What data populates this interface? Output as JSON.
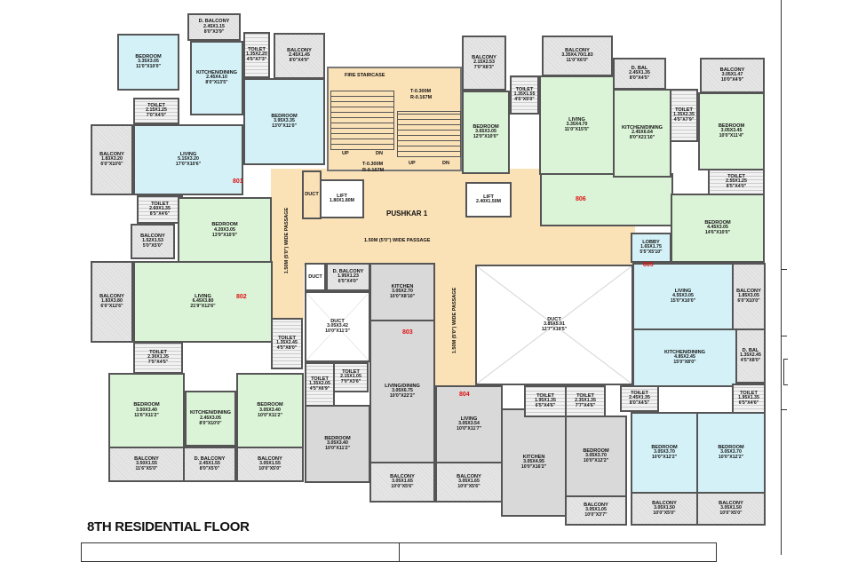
{
  "title": "8TH RESIDENTIAL FLOOR",
  "building": "PUSHKAR 1",
  "common": {
    "fire_staircase": "FIRE STAIRCASE",
    "tread_riser_1": "T-0.300M",
    "tread_riser_1b": "R-0.167M",
    "tread_riser_2": "T-0.300M",
    "tread_riser_2b": "R-0.167M",
    "up": "UP",
    "dn": "DN",
    "passage_h": "1.50M (5'0\") WIDE PASSAGE",
    "passage_v1": "1.50M (5'0\") WIDE PASSAGE",
    "passage_v2": "1.50M (5'0\") WIDE PASSAGE"
  },
  "colors": {
    "unit_blue": "#d3f1f7",
    "unit_green": "#dbf3d7",
    "unit_gray": "#d9d9d9",
    "common_tan": "#fae1b6",
    "unit_number": "#e01010"
  },
  "units": [
    {
      "number": "801"
    },
    {
      "number": "802"
    },
    {
      "number": "803"
    },
    {
      "number": "804"
    },
    {
      "number": "805"
    },
    {
      "number": "806"
    }
  ],
  "rooms": [
    {
      "name": "D. BALCONY",
      "dim": "2.45X1.15",
      "ft": "8'0\"X3'9\""
    },
    {
      "name": "BEDROOM",
      "dim": "3.35X3.05",
      "ft": "11'0\"X10'0\""
    },
    {
      "name": "KITCHEN/DINING",
      "dim": "2.45X4.10",
      "ft": "8'0\"X13'5\""
    },
    {
      "name": "TOILET",
      "dim": "1.35X2.20",
      "ft": "4'5\"X7'3\""
    },
    {
      "name": "BALCONY",
      "dim": "2.45X1.45",
      "ft": "8'0\"X4'9\""
    },
    {
      "name": "BEDROOM",
      "dim": "3.95X3.35",
      "ft": "13'0\"X11'0\""
    },
    {
      "name": "TOILET",
      "dim": "2.15X1.25",
      "ft": "7'0\"X4'0\""
    },
    {
      "name": "BALCONY",
      "dim": "1.83X3.20",
      "ft": "6'0\"X10'6\""
    },
    {
      "name": "LIVING",
      "dim": "5.15X3.20",
      "ft": "17'0\"X10'6\""
    },
    {
      "name": "DUCT",
      "dim": "",
      "ft": ""
    },
    {
      "name": "LIFT",
      "dim": "1.80X1.80M",
      "ft": ""
    },
    {
      "name": "LIFT",
      "dim": "2.40X1.50M",
      "ft": ""
    },
    {
      "name": "BALCONY",
      "dim": "2.15X2.53",
      "ft": "7'0\"X8'3\""
    },
    {
      "name": "BALCONY",
      "dim": "3.35X4.70/1.83",
      "ft": "11'0\"X6'0\""
    },
    {
      "name": "TOILET",
      "dim": "1.35X1.55",
      "ft": "4'5\"X5'0\""
    },
    {
      "name": "BEDROOM",
      "dim": "3.65X3.05",
      "ft": "12'0\"X10'0\""
    },
    {
      "name": "LIVING",
      "dim": "3.35X4.70",
      "ft": "11'0\"X15'5\""
    },
    {
      "name": "D. BAL",
      "dim": "2.45X1.35",
      "ft": "8'0\"X4'5\""
    },
    {
      "name": "KITCHEN/DINING",
      "dim": "2.45X6.64",
      "ft": "8'0\"X21'10\""
    },
    {
      "name": "TOILET",
      "dim": "1.35X2.35",
      "ft": "4'5\"X7'9\""
    },
    {
      "name": "BALCONY",
      "dim": "3.05X1.47",
      "ft": "10'0\"X4'9\""
    },
    {
      "name": "BEDROOM",
      "dim": "3.05X3.45",
      "ft": "10'0\"X11'4\""
    },
    {
      "name": "TOILET",
      "dim": "2.55X1.25",
      "ft": "8'5\"X4'0\""
    },
    {
      "name": "BEDROOM",
      "dim": "4.45X3.05",
      "ft": "14'6\"X10'0\""
    },
    {
      "name": "TOILET",
      "dim": "2.60X1.35",
      "ft": "8'5\"X4'6\""
    },
    {
      "name": "BALCONY",
      "dim": "1.52X1.53",
      "ft": "5'0\"X5'0\""
    },
    {
      "name": "BEDROOM",
      "dim": "4.20X3.05",
      "ft": "13'9\"X10'0\""
    },
    {
      "name": "BALCONY",
      "dim": "1.83X3.80",
      "ft": "6'0\"X12'6\""
    },
    {
      "name": "LIVING",
      "dim": "6.45X3.80",
      "ft": "21'9\"X12'6\""
    },
    {
      "name": "TOILET",
      "dim": "2.30X1.35",
      "ft": "7'5\"X4'5\""
    },
    {
      "name": "TOILET",
      "dim": "1.35X2.45",
      "ft": "4'5\"X8'0\""
    },
    {
      "name": "BEDROOM",
      "dim": "3.50X3.40",
      "ft": "11'6\"X11'2\""
    },
    {
      "name": "KITCHEN/DINING",
      "dim": "2.45X3.05",
      "ft": "8'0\"X10'0\""
    },
    {
      "name": "BEDROOM",
      "dim": "3.05X3.40",
      "ft": "10'0\"X11'2\""
    },
    {
      "name": "BALCONY",
      "dim": "3.50X1.55",
      "ft": "11'6\"X5'0\""
    },
    {
      "name": "D. BALCONY",
      "dim": "2.45X1.55",
      "ft": "8'0\"X5'0\""
    },
    {
      "name": "BALCONY",
      "dim": "3.05X1.55",
      "ft": "10'0\"X5'0\""
    },
    {
      "name": "DUCT",
      "dim": "",
      "ft": ""
    },
    {
      "name": "D. BALCONY",
      "dim": "1.95X1.23",
      "ft": "6'5\"X4'0\""
    },
    {
      "name": "DUCT",
      "dim": "3.05X3.42",
      "ft": "10'0\"X11'3\""
    },
    {
      "name": "KITCHEN",
      "dim": "3.05X2.70",
      "ft": "10'0\"X8'10\""
    },
    {
      "name": "TOILET",
      "dim": "1.35X2.05",
      "ft": "4'5\"X6'9\""
    },
    {
      "name": "TOILET",
      "dim": "2.15X1.05",
      "ft": "7'0\"X3'6\""
    },
    {
      "name": "LIVING/DINING",
      "dim": "3.05X6.75",
      "ft": "10'0\"X22'2\""
    },
    {
      "name": "BEDROOM",
      "dim": "3.05X3.40",
      "ft": "10'0\"X11'2\""
    },
    {
      "name": "BALCONY",
      "dim": "3.05X1.65",
      "ft": "10'0\"X5'6\""
    },
    {
      "name": "DUCT",
      "dim": "3.85X5.91",
      "ft": "12'7\"X19'5\""
    },
    {
      "name": "LIVING",
      "dim": "3.05X3.54",
      "ft": "10'0\"X11'7\""
    },
    {
      "name": "BALCONY",
      "dim": "3.05X1.65",
      "ft": "10'0\"X5'6\""
    },
    {
      "name": "KITCHEN",
      "dim": "3.05X4.95",
      "ft": "10'0\"X16'2\""
    },
    {
      "name": "TOILET",
      "dim": "1.95X1.35",
      "ft": "6'5\"X4'6\""
    },
    {
      "name": "TOILET",
      "dim": "2.35X1.35",
      "ft": "7'7\"X4'6\""
    },
    {
      "name": "BEDROOM",
      "dim": "3.05X3.70",
      "ft": "10'0\"X12'2\""
    },
    {
      "name": "BALCONY",
      "dim": "3.05X1.05",
      "ft": "10'0\"X3'7\""
    },
    {
      "name": "LOBBY",
      "dim": "1.65X1.75",
      "ft": "5'5\"X5'10\""
    },
    {
      "name": "LIVING",
      "dim": "4.55X3.05",
      "ft": "15'0\"X10'0\""
    },
    {
      "name": "BALCONY",
      "dim": "1.85X3.05",
      "ft": "6'0\"X10'0\""
    },
    {
      "name": "KITCHEN/DINING",
      "dim": "4.85X2.45",
      "ft": "15'0\"X8'0\""
    },
    {
      "name": "D. BAL",
      "dim": "1.35X2.45",
      "ft": "4'5\"X8'0\""
    },
    {
      "name": "TOILET",
      "dim": "2.45X1.35",
      "ft": "8'0\"X4'5\""
    },
    {
      "name": "TOILET",
      "dim": "1.95X1.35",
      "ft": "6'5\"X4'6\""
    },
    {
      "name": "BEDROOM",
      "dim": "3.05X3.70",
      "ft": "10'0\"X12'2\""
    },
    {
      "name": "BEDROOM",
      "dim": "3.05X3.70",
      "ft": "10'0\"X12'2\""
    },
    {
      "name": "BALCONY",
      "dim": "3.05X1.50",
      "ft": "10'0\"X5'0\""
    },
    {
      "name": "BALCONY",
      "dim": "3.05X1.50",
      "ft": "10'0\"X5'0\""
    }
  ]
}
